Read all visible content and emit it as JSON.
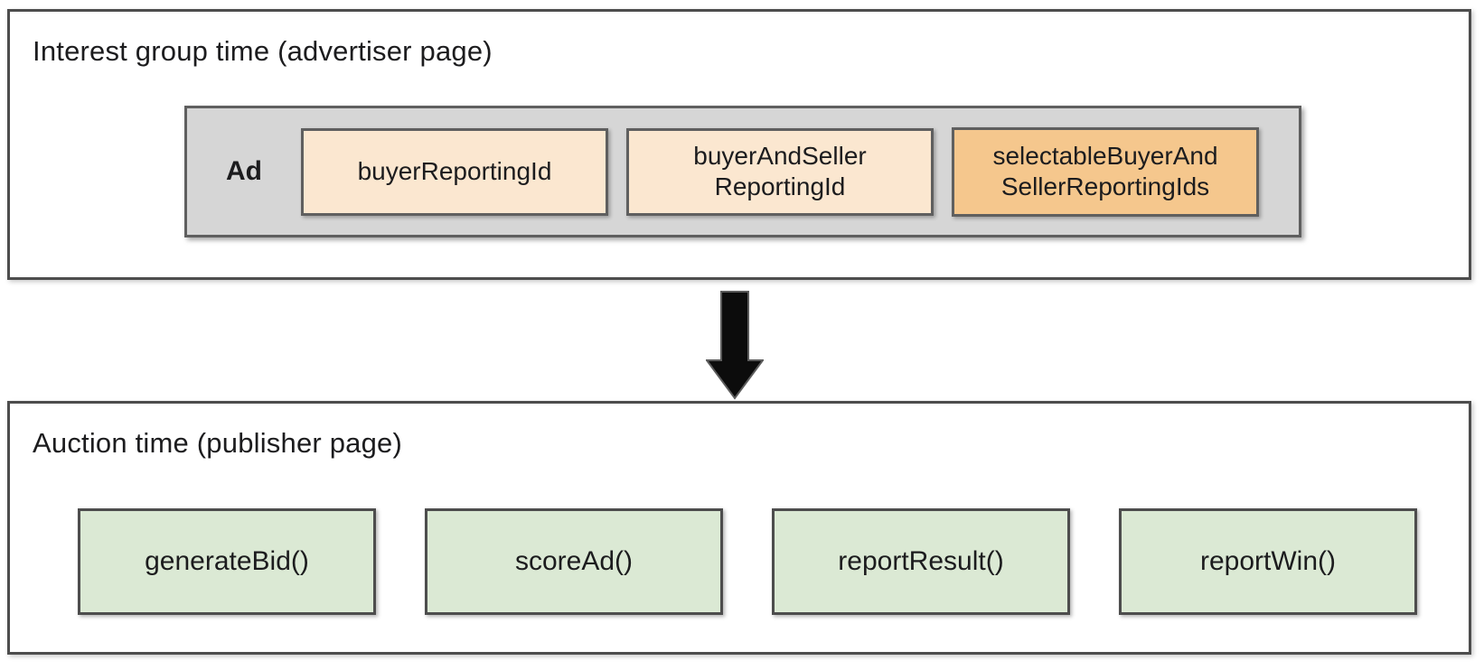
{
  "diagram": {
    "top_section": {
      "title": "Interest group time (advertiser page)",
      "ad_group": {
        "label": "Ad",
        "boxes": [
          {
            "lines": [
              "buyerReportingId"
            ]
          },
          {
            "lines": [
              "buyerAndSeller",
              "ReportingId"
            ]
          },
          {
            "lines": [
              "selectableBuyerAnd",
              "SellerReportingIds"
            ]
          }
        ]
      }
    },
    "arrow_icon": "down-arrow",
    "bottom_section": {
      "title": "Auction time (publisher page)",
      "functions": [
        {
          "label": "generateBid()"
        },
        {
          "label": "scoreAd()"
        },
        {
          "label": "reportResult()"
        },
        {
          "label": "reportWin()"
        }
      ]
    }
  },
  "colors": {
    "peach": "#fbe7d0",
    "orange": "#f5c78d",
    "green": "#dbe9d4",
    "container-gray": "#d6d6d6",
    "border-dark": "#4d4d4d",
    "border-mid": "#5f5f5f",
    "arrow-black": "#0c0c0c",
    "text": "#1c1c1e"
  }
}
